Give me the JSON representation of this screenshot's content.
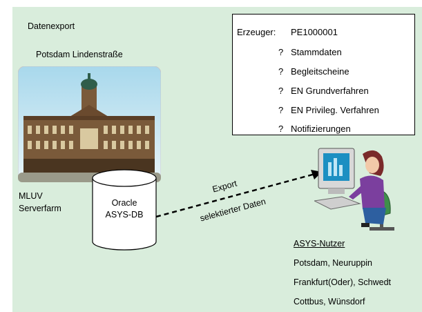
{
  "title": "Datenexport",
  "location": "Potsdam Lindenstraße",
  "serverfarm": [
    "MLUV",
    "Serverfarm"
  ],
  "database": [
    "Oracle",
    "ASYS-DB"
  ],
  "export_label": [
    "Export",
    "selektierter Daten"
  ],
  "info_box": {
    "producer_label": "Erzeuger:",
    "producer_id": "PE1000001",
    "items": [
      "Stammdaten",
      "Begleitscheine",
      "EN Grundverfahren",
      "EN Privileg. Verfahren",
      "Notifizierungen"
    ],
    "bullet": "?"
  },
  "users": {
    "heading": "ASYS-Nutzer",
    "lines": [
      "Potsdam, Neuruppin",
      "Frankfurt(Oder), Schwedt",
      "Cottbus, Wünsdorf"
    ]
  },
  "colors": {
    "background": "#d9eddc",
    "building": "#7a5a3a",
    "sky": "#bfe3f0"
  }
}
